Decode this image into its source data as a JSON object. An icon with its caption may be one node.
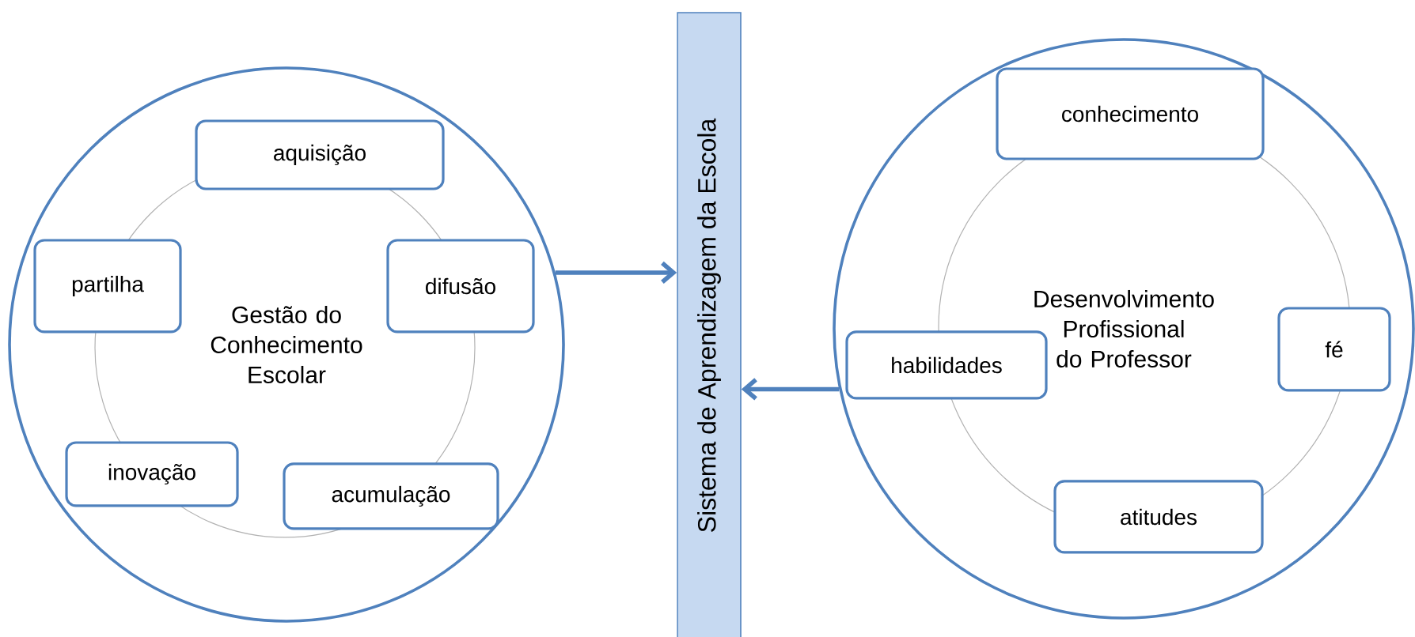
{
  "diagram": {
    "nodes": [
      {
        "text": [
          "Gestão do Conhecimento Escolar"
        ]
      },
      {
        "text": [
          "aquisição"
        ],
        "in": 0
      },
      {
        "text": [
          "partilha"
        ],
        "in": 0
      },
      {
        "text": [
          "difusão"
        ],
        "in": 0
      },
      {
        "text": [
          "inovação"
        ],
        "in": 0
      },
      {
        "text": [
          "acumulação"
        ],
        "in": 0
      },
      {
        "text": [
          "Sistema de Aprendizagem da Escola"
        ]
      },
      {
        "text": [
          "Desenvolvimento Profissional do Professor"
        ]
      },
      {
        "text": [
          "conhecimento"
        ],
        "in": 7
      },
      {
        "text": [
          "habilidades"
        ],
        "in": 7
      },
      {
        "text": [
          "fé"
        ],
        "in": 7
      },
      {
        "text": [
          "atitudes"
        ],
        "in": 7
      }
    ],
    "edges": [
      {
        "from": 0,
        "to": 6,
        "arrow": "to"
      },
      {
        "from": 7,
        "to": 6,
        "arrow": "to"
      }
    ]
  }
}
